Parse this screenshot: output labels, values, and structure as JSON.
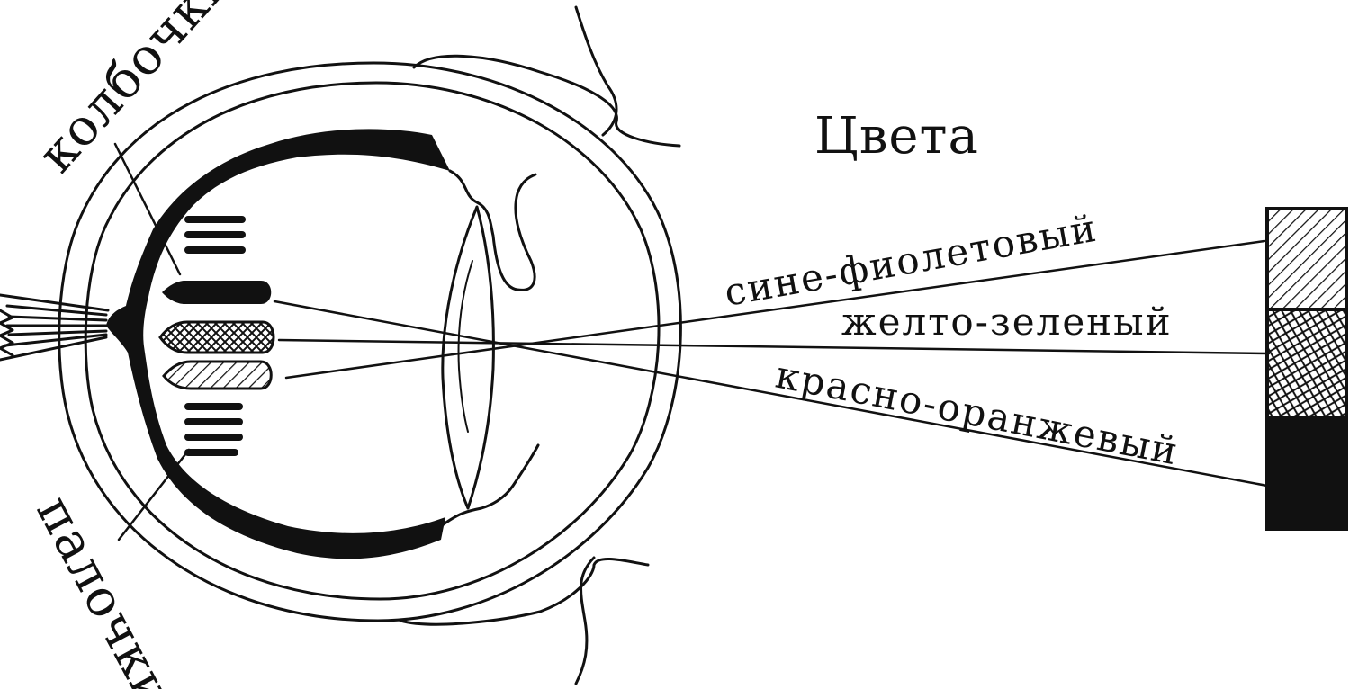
{
  "labels": {
    "cones": "колбочки",
    "rods": "палочки",
    "colors_title": "Цвета",
    "blue_violet": "сине-фиолетовый",
    "yellow_green": "желто-зеленый",
    "red_orange": "красно-оранжевый"
  },
  "colors": {
    "ink": "#111111",
    "paper": "#ffffff"
  }
}
